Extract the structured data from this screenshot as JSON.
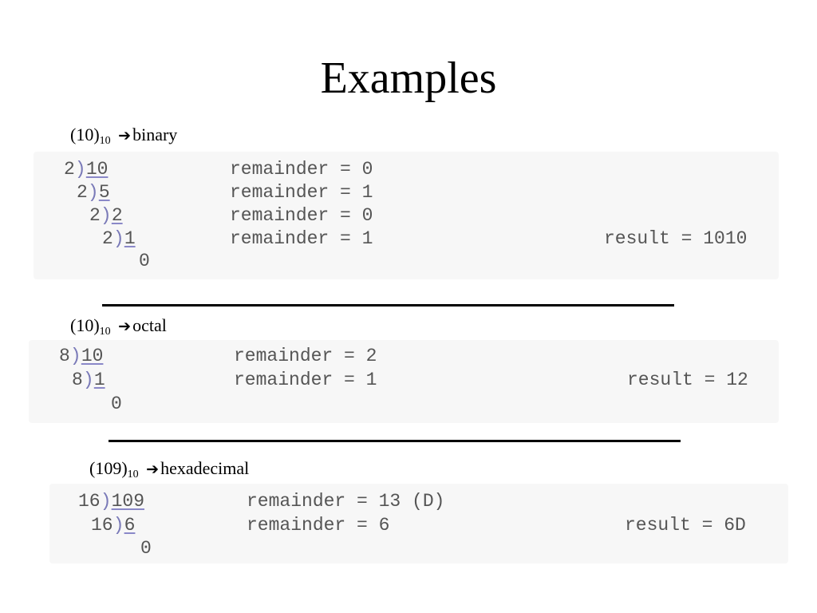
{
  "slide": {
    "title": "Examples"
  },
  "sections": [
    {
      "base_value": "(10)",
      "base_sub": "10",
      "arrow": "➔",
      "target": "binary",
      "rows": [
        {
          "divisor": "2",
          "bracket": ")",
          "dividend": "10",
          "remainder": "remainder = 0"
        },
        {
          "divisor": "2",
          "bracket": ")",
          "dividend": "5",
          "remainder": "remainder = 1"
        },
        {
          "divisor": "2",
          "bracket": ")",
          "dividend": "2",
          "remainder": "remainder = 0"
        },
        {
          "divisor": "2",
          "bracket": ")",
          "dividend": "1",
          "remainder": "remainder = 1"
        }
      ],
      "final_quotient": "0",
      "result": "result = 1010"
    },
    {
      "base_value": "(10)",
      "base_sub": "10",
      "arrow": "➔",
      "target": "octal",
      "rows": [
        {
          "divisor": "8",
          "bracket": ")",
          "dividend": "10",
          "remainder": "remainder = 2"
        },
        {
          "divisor": "8",
          "bracket": ")",
          "dividend": "1",
          "remainder": "remainder = 1"
        }
      ],
      "final_quotient": "0",
      "result": "result = 12"
    },
    {
      "base_value": "(109)",
      "base_sub": "10",
      "arrow": "➔",
      "target": "hexadecimal",
      "rows": [
        {
          "divisor": "16",
          "bracket": ")",
          "dividend": "109",
          "remainder": "remainder = 13 (D)"
        },
        {
          "divisor": "16",
          "bracket": ")",
          "dividend": "6",
          "remainder": "remainder = 6"
        }
      ],
      "final_quotient": "0",
      "result": "result = 6D"
    }
  ]
}
